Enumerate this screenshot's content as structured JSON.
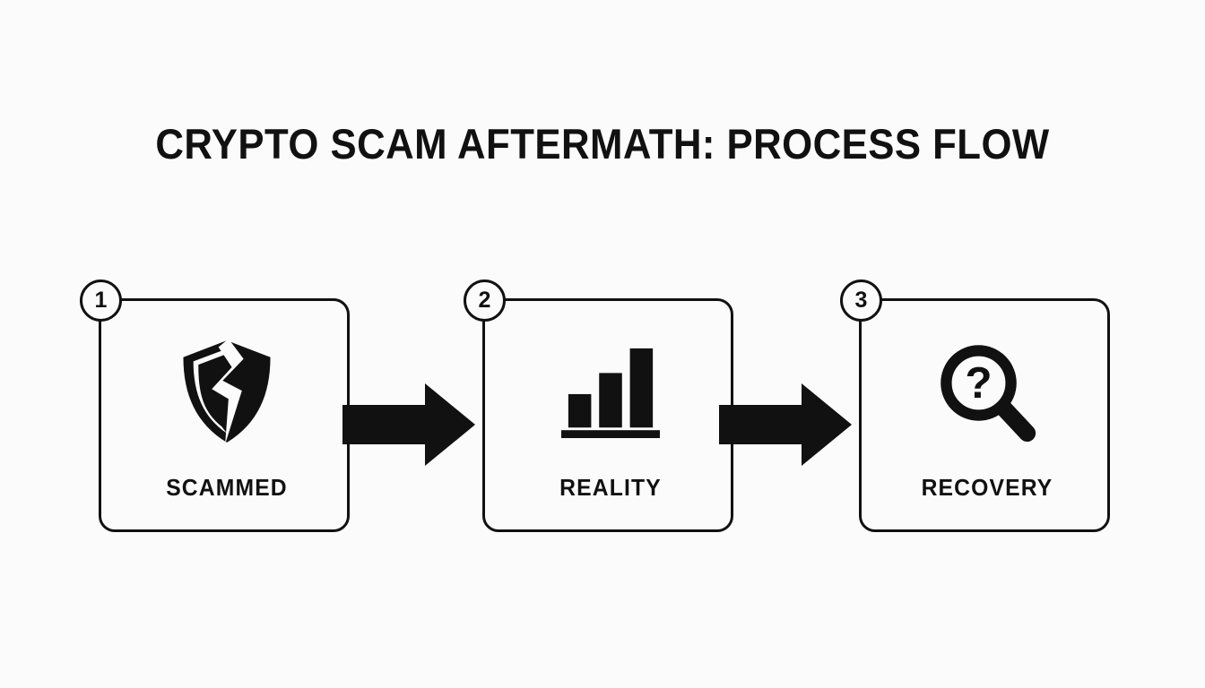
{
  "page": {
    "title": "CRYPTO SCAM AFTERMATH: PROCESS FLOW",
    "background_color": "#fbfbfb",
    "ink_color": "#111111"
  },
  "flow": {
    "type": "process-flow",
    "direction": "left-to-right",
    "step_count": 3,
    "arrow_count": 2,
    "steps": [
      {
        "number": "1",
        "label": "SCAMMED",
        "icon": "broken-shield-icon",
        "icon_description": "solid shield split by a jagged lightning-shaped crack"
      },
      {
        "number": "2",
        "label": "REALITY",
        "icon": "bar-chart-icon",
        "icon_description": "three ascending bars on a thick baseline",
        "bars": [
          36,
          60,
          88
        ]
      },
      {
        "number": "3",
        "label": "RECOVERY",
        "icon": "magnifier-question-icon",
        "icon_description": "magnifying glass with a question mark inside",
        "glyph": "?"
      }
    ],
    "arrows": [
      {
        "name": "arrow-step1-to-step2",
        "glyph": "→"
      },
      {
        "name": "arrow-step2-to-step3",
        "glyph": "→"
      }
    ]
  }
}
